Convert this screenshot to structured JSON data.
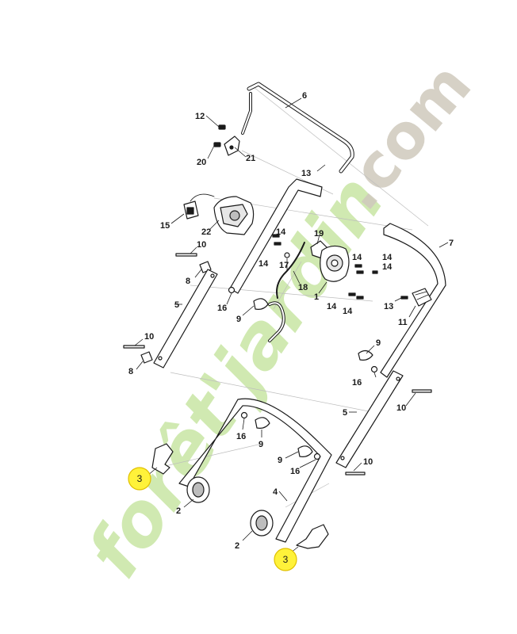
{
  "watermark": {
    "main_text": "forêt'jardin",
    "com_text": ".com",
    "colors": {
      "green": "#c8e6a4",
      "orange": "#f2c38b",
      "gray": "#cfc9bd"
    }
  },
  "diagram": {
    "line_color": "#1a1a1a",
    "part_fill": "#ffffff",
    "part_numbers": {
      "p6": "6",
      "p12": "12",
      "p20": "20",
      "p21": "21",
      "p13a": "13",
      "p15": "15",
      "p22": "22",
      "p19": "19",
      "p14a": "14",
      "p14b": "14",
      "p17": "17",
      "p18": "18",
      "p14c": "14",
      "p14d": "14",
      "p14e": "14",
      "p14f": "14",
      "p14g": "14",
      "p1": "1",
      "p7": "7",
      "p10a": "10",
      "p8a": "8",
      "p16a": "16",
      "p9a": "9",
      "p13b": "13",
      "p11": "11",
      "p5a": "5",
      "p10b": "10",
      "p8b": "8",
      "p9b": "9",
      "p16b": "16",
      "p10c": "10",
      "p5b": "5",
      "p16c": "16",
      "p9c": "9",
      "p9d": "9",
      "p16d": "16",
      "p10d": "10",
      "p4": "4",
      "p2a": "2",
      "p2b": "2"
    },
    "callouts": {
      "color": "#fff23a",
      "stroke": "#e0c000",
      "left": "3",
      "right": "3"
    }
  }
}
